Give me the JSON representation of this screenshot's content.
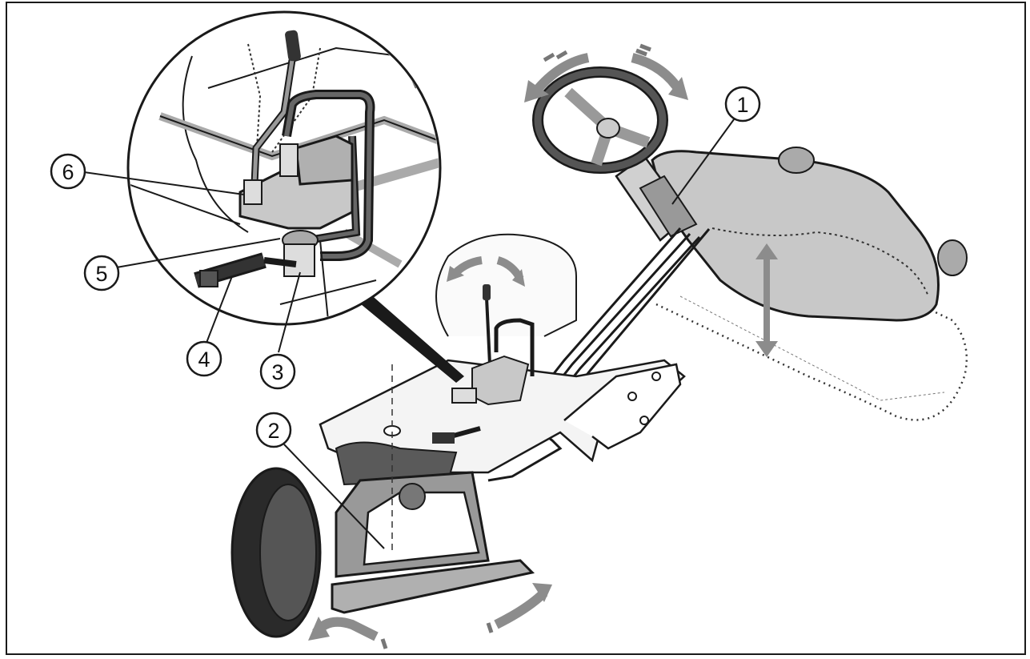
{
  "diagram": {
    "callouts": [
      {
        "id": "1",
        "label": "1"
      },
      {
        "id": "2",
        "label": "2"
      },
      {
        "id": "3",
        "label": "3"
      },
      {
        "id": "4",
        "label": "4"
      },
      {
        "id": "5",
        "label": "5"
      },
      {
        "id": "6",
        "label": "6"
      }
    ]
  },
  "colors": {
    "line": "#1a1a1a",
    "body_fill": "#c8c8c8",
    "dark_fill": "#5a5a5a",
    "arrow_fill": "#8c8c8c"
  }
}
